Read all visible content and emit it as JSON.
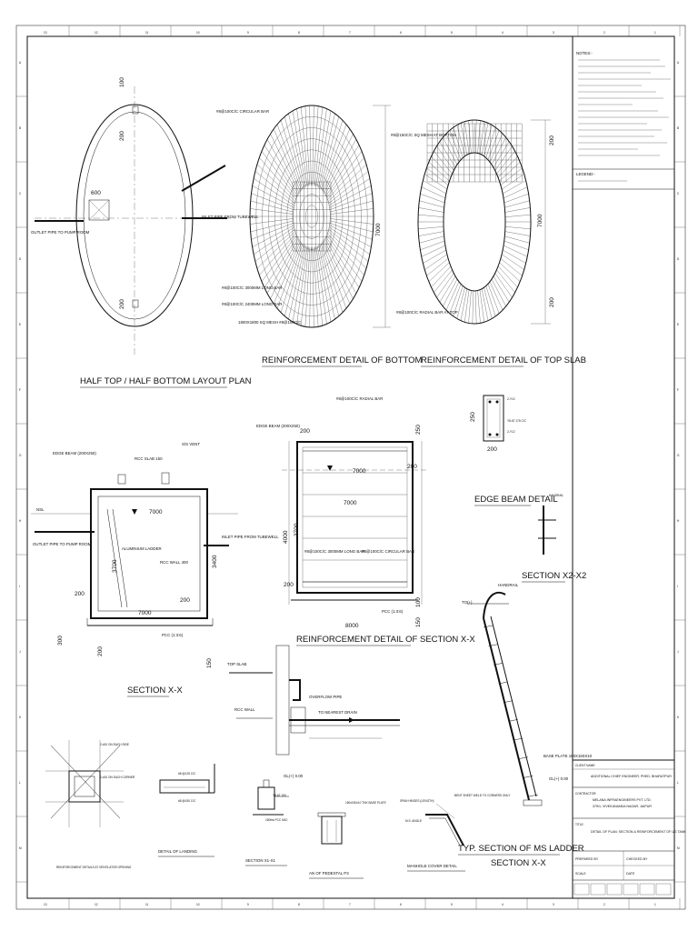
{
  "titles": {
    "layout_plan": "HALF TOP / HALF BOTTOM LAYOUT PLAN",
    "bottom_reinf": "REINFORCEMENT DETAIL OF BOTTOM",
    "top_slab_reinf": "REINFORCEMENT DETAIL OF TOP SLAB",
    "section_xx": "SECTION X-X",
    "section_xx_reinf": "REINFORCEMENT DETAIL OF SECTION X-X",
    "edge_beam_detail": "EDGE BEAM DETAIL",
    "section_x2": "SECTION X2-X2",
    "ladder": "TYP. SECTION OF MS LADDER",
    "ladder_section": "SECTION X-X",
    "ventilator": "REINFORCEMENT DETAILS AT VENTILATOR OPENING",
    "landing": "DETAIL OF LANDING",
    "section_x1": "SECTION X1-X1",
    "pedestal": "AN OF PEDESTAL P3",
    "manhole": "MANHOLE COVER DETAIL"
  },
  "labels": {
    "outlet_pipe": "OUTLET PIPE TO PUMP ROOM",
    "overflow_pipe": "OVERFLOW PIPE",
    "to_drain": "TO NEAREST DRAIN",
    "inlet_pipe": "INLET PIPE FROM TUBEWELL",
    "edge_beam": "EDGE BEAM (200X250)",
    "rcc_slab": "RCC SLAB 150",
    "sn_vent": "S/S VENT",
    "aluminium_ladder": "ALUMINIUM LADDER",
    "rcc_wall": "RCC WALL 400",
    "pcc": "PCC (1:3:6)",
    "nsl": "NSL",
    "top_slab": "TOP SLAB",
    "circular_bar": "#8@100C/C CIRCULAR BAR",
    "radial_bar": "#8@100C/C RADIAL BAR",
    "mesh_bottom": "#8@150C/C SQ MESH AT BOTTOM",
    "long_bar_1": "#8@100C/C 3000MM LONG BAR",
    "long_bar_2": "#8@100C/C 2400MM LONG BAR",
    "mesh_1800": "1800X1800 SQ MESH #8@100C/C",
    "radial_top": "#8@100C/C RADIAL BAR AT TOP",
    "handrail": "HANDRAIL",
    "base_plate": "BASE PLATE 150X150X10",
    "ms_angle": "M.S. ANGLE",
    "gl": "GL(+) 0.00",
    "pcc_m10": "150thk PCC M10"
  },
  "dims": {
    "d7000": "7000",
    "d8000": "8000",
    "d200": "200",
    "d100": "100",
    "d250": "250",
    "d150": "150",
    "d600": "600",
    "d3700": "3700",
    "d4000": "4000",
    "d300": "300",
    "d3400": "3400",
    "d400": "400"
  },
  "notes": {
    "heading": "NOTES:-",
    "legend_heading": "LEGEND:-"
  },
  "title_block": {
    "client": "ADDITIONAL CHIEF ENGINEER, PHED, BHARATPUR",
    "contractor": "MELANA INFRAENGINEERS PVT. LTD.",
    "contractor_address": "379/1, VIVEKANANDA NAGAR, JAIPUR",
    "drawing_title": "DETAIL OF PLAN, SECTION & REINFORCEMENT OF UG TANK",
    "prepared_by": "PREPARED BY",
    "checked_by": "CHECKED BY",
    "scale": "SCALE",
    "date": "DATE"
  },
  "grid": {
    "cols": [
      "13",
      "12",
      "11",
      "10",
      "9",
      "8",
      "7",
      "6",
      "5",
      "4",
      "3",
      "2",
      "1"
    ],
    "rows": [
      "A",
      "B",
      "C",
      "D",
      "E",
      "F",
      "G",
      "H",
      "I",
      "J",
      "K",
      "L",
      "M"
    ]
  }
}
